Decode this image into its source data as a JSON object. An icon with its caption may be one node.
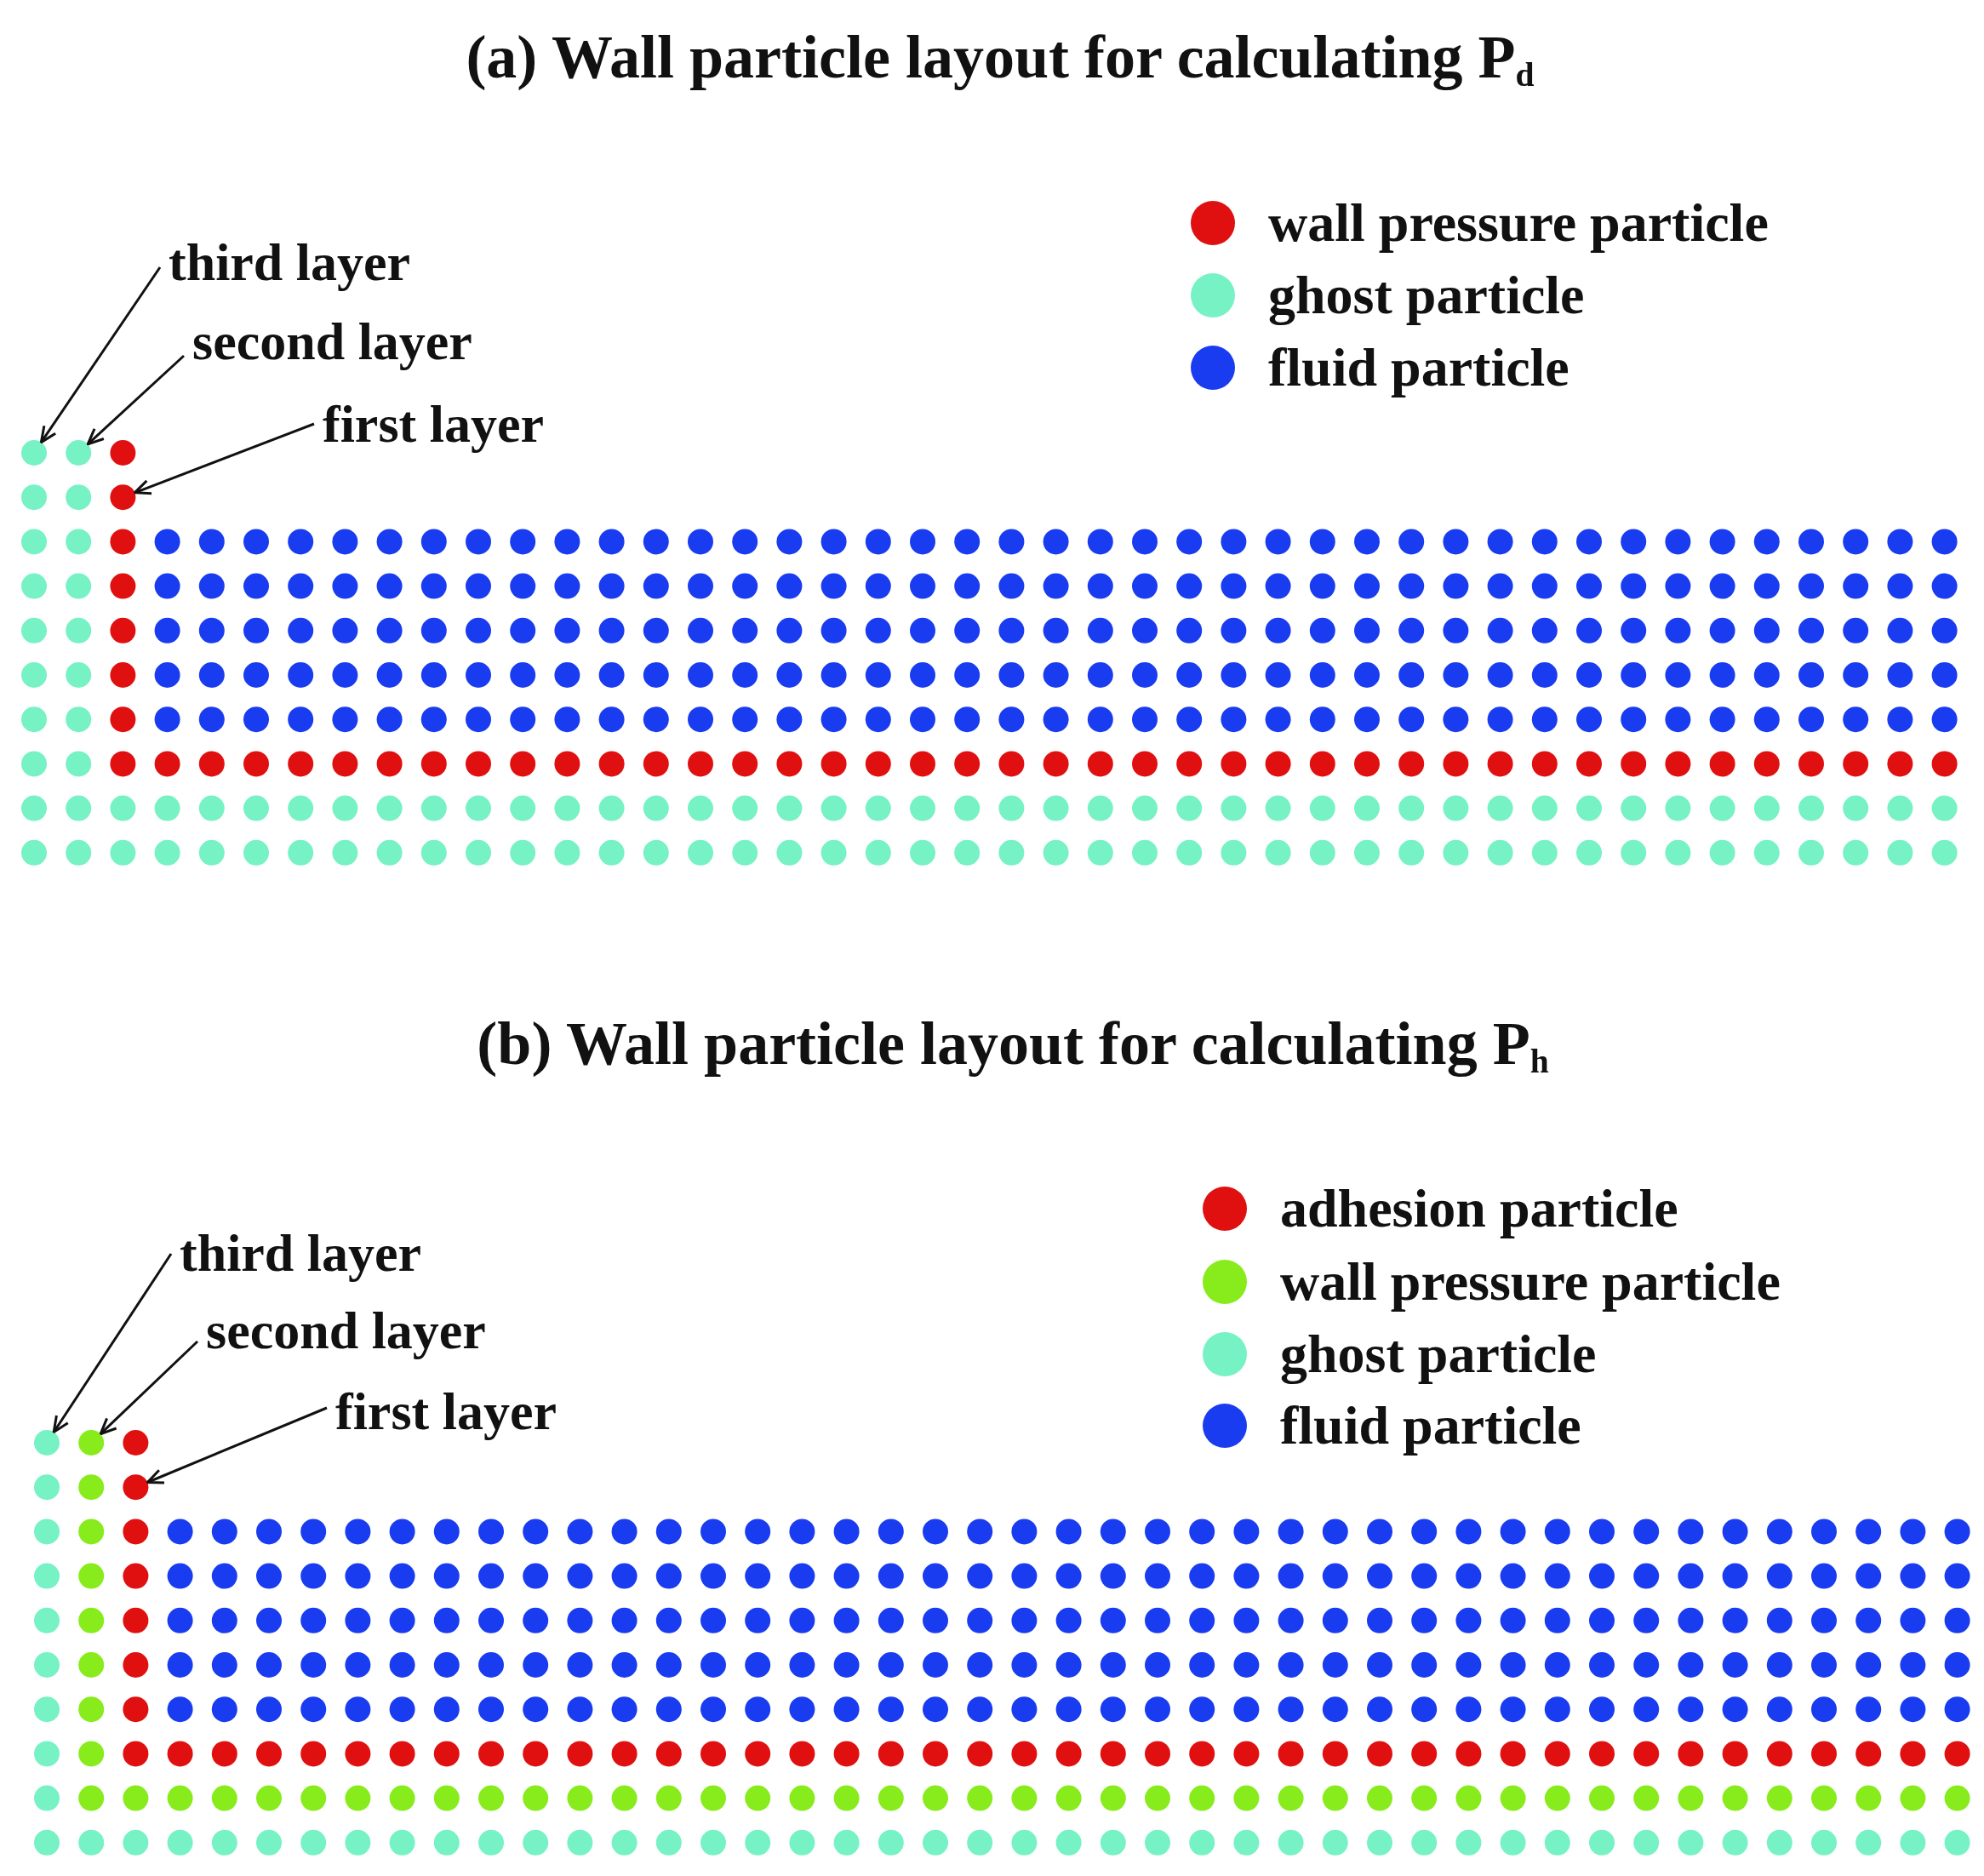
{
  "diagram": {
    "nodes": [
      {
        "text": [
          "third layer"
        ]
      },
      {
        "text": [
          "second layer"
        ]
      },
      {
        "text": [
          "first layer"
        ]
      },
      {
        "text": [
          "third layer"
        ]
      },
      {
        "text": [
          "second layer"
        ]
      },
      {
        "text": [
          "first layer"
        ]
      }
    ],
    "edges": [
      {
        "from": 0,
        "to": null,
        "arrow": "to"
      },
      {
        "from": 1,
        "to": null,
        "arrow": "to"
      },
      {
        "from": 2,
        "to": null,
        "arrow": "to"
      },
      {
        "from": 3,
        "to": null,
        "arrow": "to"
      },
      {
        "from": 4,
        "to": null,
        "arrow": "to"
      },
      {
        "from": 5,
        "to": null,
        "arrow": "to"
      }
    ],
    "labels": [
      "(a) Wall particle layout for calculating P$_{d}$",
      "(b) Wall particle layout for calculating P$_{h}$"
    ],
    "legend": [
      {
        "text": "wall pressure particle",
        "color": "#e01010"
      },
      {
        "text": "ghost particle",
        "color": "#77f2c4"
      },
      {
        "text": "fluid particle",
        "color": "#1a3cf0"
      },
      {
        "text": "adhesion particle",
        "color": "#e01010"
      },
      {
        "text": "wall pressure particle",
        "color": "#88ec1c"
      },
      {
        "text": "ghost particle",
        "color": "#77f2c4"
      },
      {
        "text": "fluid particle",
        "color": "#1a3cf0"
      }
    ]
  }
}
